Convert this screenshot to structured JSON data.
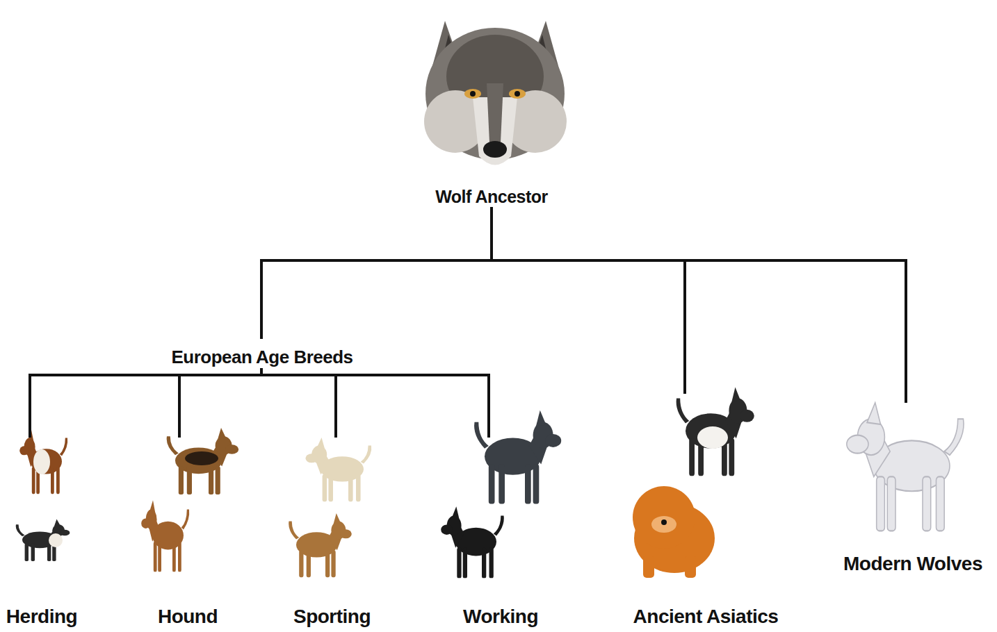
{
  "diagram": {
    "nodes": [
      {
        "text": [
          "Wolf Ancestor"
        ]
      },
      {
        "text": [
          "European Age Breeds"
        ]
      },
      {
        "text": [
          "Herding"
        ]
      },
      {
        "text": [
          "Hound"
        ]
      },
      {
        "text": [
          "Sporting"
        ]
      },
      {
        "text": [
          "Working"
        ]
      },
      {
        "text": [
          "Ancient Asiatics"
        ]
      },
      {
        "text": [
          "Modern Wolves"
        ]
      }
    ],
    "edges": [
      {
        "from": 0,
        "to": 1,
        "arrow": "none"
      },
      {
        "from": 0,
        "to": 6,
        "arrow": "none"
      },
      {
        "from": 0,
        "to": 7,
        "arrow": "none"
      },
      {
        "from": 1,
        "to": 2,
        "arrow": "none"
      },
      {
        "from": 1,
        "to": 3,
        "arrow": "none"
      },
      {
        "from": 1,
        "to": 4,
        "arrow": "none"
      },
      {
        "from": 1,
        "to": 5,
        "arrow": "none"
      }
    ]
  }
}
